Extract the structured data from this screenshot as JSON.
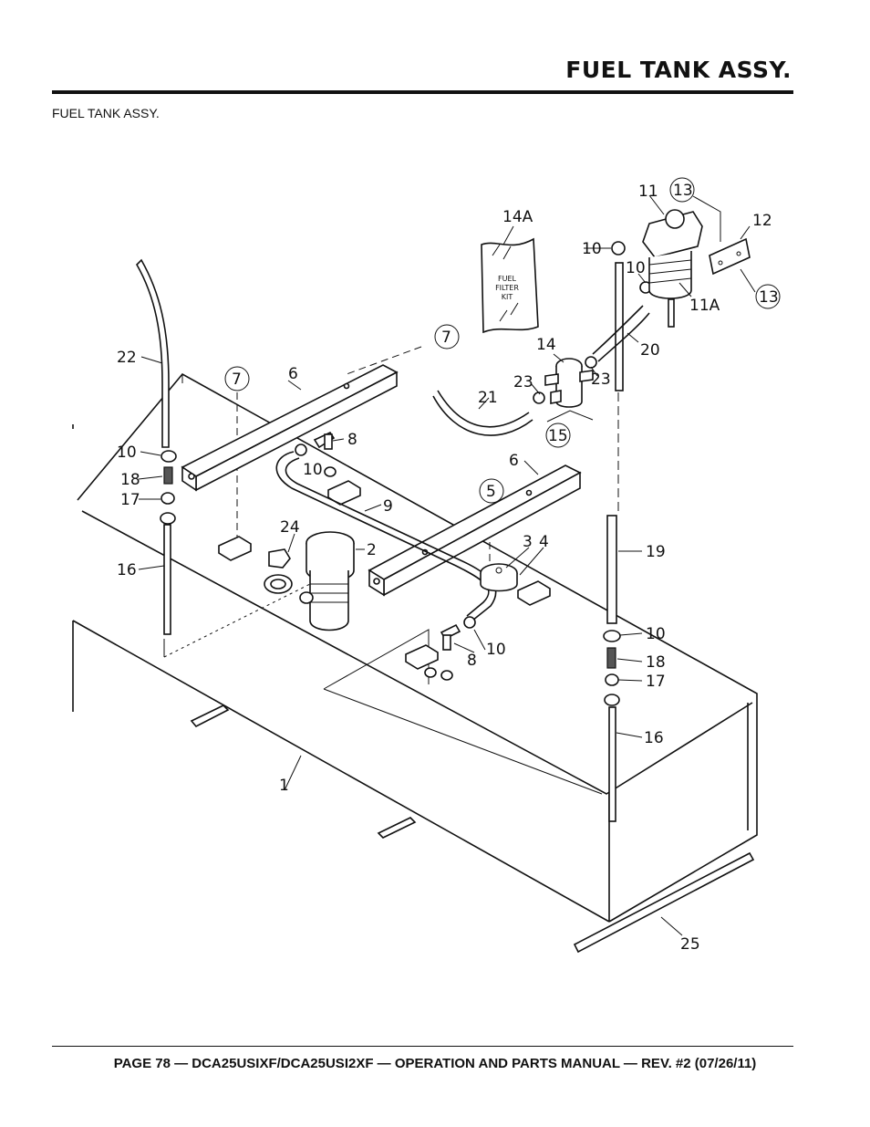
{
  "header": {
    "title": "FUEL TANK ASSY."
  },
  "subtitle": "FUEL TANK ASSY.",
  "diagram": {
    "kit_label_lines": [
      "FUEL",
      "FILTER",
      "KIT"
    ],
    "callouts": {
      "c1": "1",
      "c2": "2",
      "c3": "3",
      "c4": "4",
      "c5": "5",
      "c6a": "6",
      "c6b": "6",
      "c7a": "7",
      "c7b": "7",
      "c8a": "8",
      "c8b": "8",
      "c9": "9",
      "c10a": "10",
      "c10b": "10",
      "c10c": "10",
      "c10d": "10",
      "c10e": "10",
      "c10f": "10",
      "c11": "11",
      "c11a": "11A",
      "c12": "12",
      "c13a": "13",
      "c13b": "13",
      "c14": "14",
      "c14a": "14A",
      "c15": "15",
      "c16a": "16",
      "c16b": "16",
      "c17a": "17",
      "c17b": "17",
      "c18a": "18",
      "c18b": "18",
      "c19": "19",
      "c20": "20",
      "c21": "21",
      "c22": "22",
      "c23a": "23",
      "c23b": "23",
      "c24": "24",
      "c25": "25"
    }
  },
  "footer": {
    "text": "PAGE 78 — DCA25USIXF/DCA25USI2XF — OPERATION AND PARTS MANUAL — REV. #2 (07/26/11)"
  }
}
